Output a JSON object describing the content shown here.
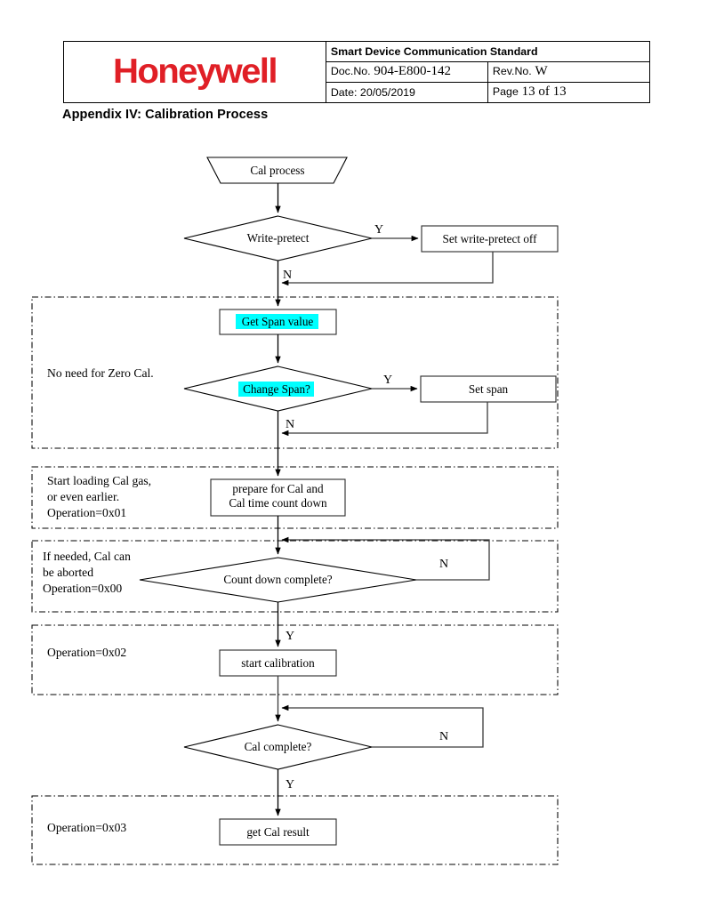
{
  "header": {
    "logo_text": "Honeywell",
    "logo_color": "#E01F26",
    "standard_title": "Smart Device Communication Standard",
    "doc_no_label": "Doc.No.",
    "doc_no_value": "904-E800-142",
    "date_label": "Date:",
    "date_value": "20/05/2019",
    "rev_label": "Rev.No.",
    "rev_value": "W",
    "page_label": "Page",
    "page_value": "13 of 13"
  },
  "page_title": "Appendix IV: Calibration Process",
  "flowchart": {
    "nodes": {
      "start": "Cal process",
      "write_protect": "Write-pretect",
      "set_write_protect_off": "Set write-pretect off",
      "get_span_value": "Get Span value",
      "change_span": "Change Span?",
      "set_span": "Set span",
      "prepare_cal_line1": "prepare for Cal and",
      "prepare_cal_line2": "Cal time count down",
      "count_down_complete": "Count down complete?",
      "start_calibration": "start calibration",
      "cal_complete": "Cal complete?",
      "get_cal_result": "get Cal result"
    },
    "branch_labels": {
      "wp_yes": "Y",
      "wp_no": "N",
      "span_yes": "Y",
      "span_no": "N",
      "countdown_no": "N",
      "countdown_yes": "Y",
      "cal_no": "N",
      "cal_yes": "Y"
    },
    "annotations": {
      "zero_cal": "No need for Zero Cal.",
      "load_gas_line1": "Start loading Cal gas,",
      "load_gas_line2": "or even earlier.",
      "load_gas_line3": "Operation=0x01",
      "abort_line1": "If needed, Cal can",
      "abort_line2": "be aborted",
      "abort_line3": "Operation=0x00",
      "op02": "Operation=0x02",
      "op03": "Operation=0x03"
    },
    "highlight_color": "#00FFFF"
  }
}
